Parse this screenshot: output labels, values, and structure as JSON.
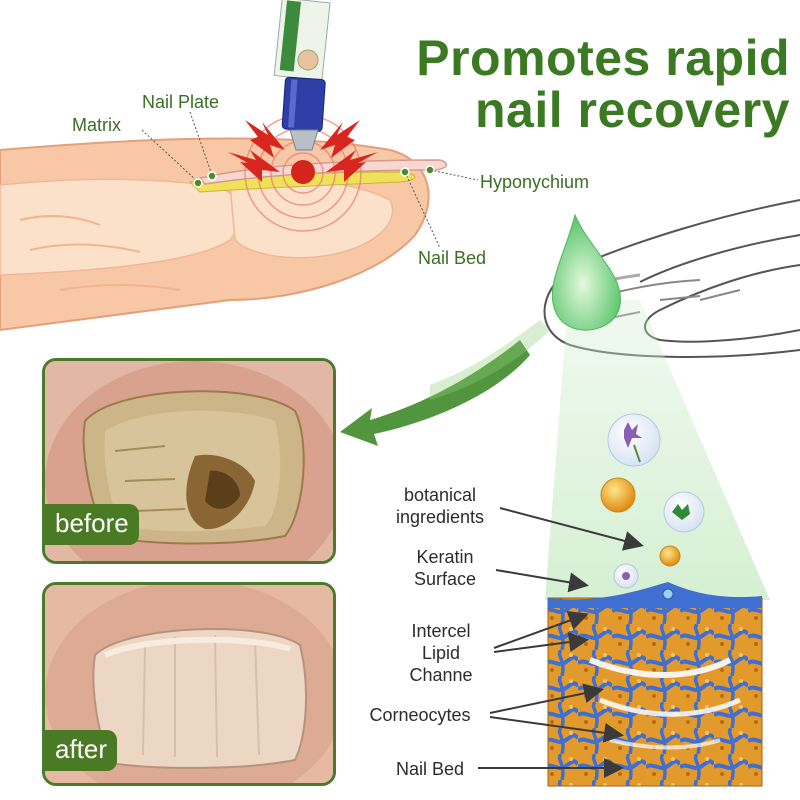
{
  "headline": {
    "line1": "Promotes rapid",
    "line2": "nail recovery"
  },
  "finger_labels": {
    "nail_plate": "Nail Plate",
    "matrix": "Matrix",
    "hyponychium": "Hyponychium",
    "nail_bed": "Nail Bed"
  },
  "photos": {
    "before_label": "before",
    "after_label": "after"
  },
  "layer_labels": {
    "botanical_1": "botanical",
    "botanical_2": "ingredients",
    "keratin_1": "Keratin",
    "keratin_2": "Surface",
    "lipid_1": "Intercel",
    "lipid_2": "Lipid",
    "lipid_3": "Channe",
    "corneocytes": "Corneocytes",
    "nail_bed": "Nail Bed"
  },
  "colors": {
    "brand_green": "#3b7a22",
    "skin": "#f7c9a8",
    "arrow_red": "#d8251e",
    "layer_orange": "#e09a2a",
    "layer_blue": "#3f6fd1"
  }
}
